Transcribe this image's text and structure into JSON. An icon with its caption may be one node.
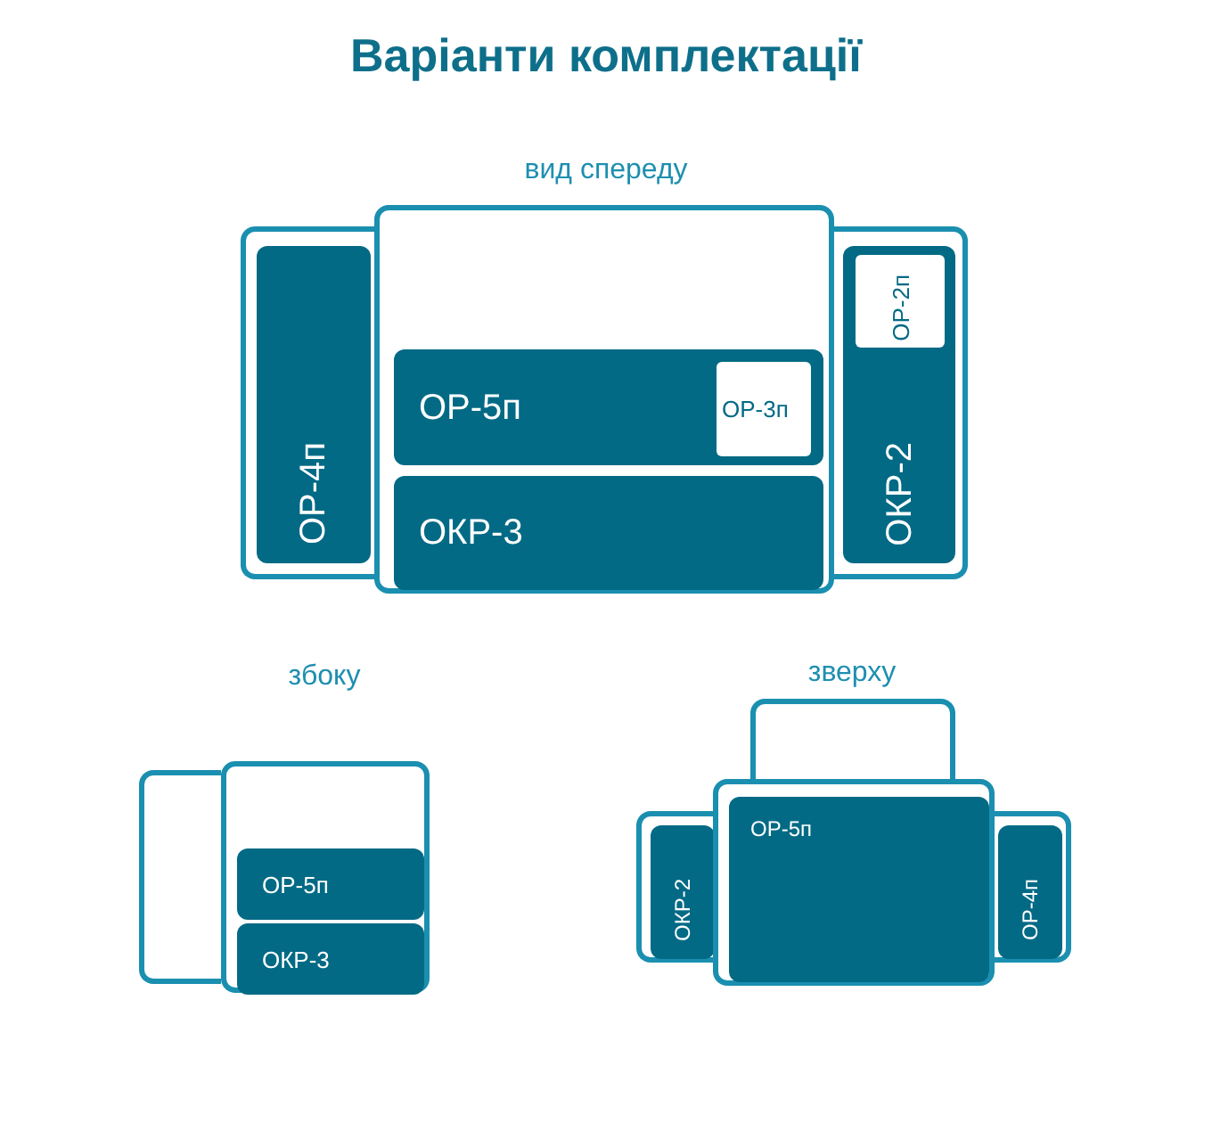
{
  "diagram": {
    "title": "Варіанти комплектації",
    "nodes": [
      {
        "text": [],
        "shape": "box"
      },
      {
        "text": [
          "ОР-4п"
        ],
        "in": 0
      },
      {
        "text": [],
        "shape": "box"
      },
      {
        "text": [
          "ОР-5п"
        ],
        "in": 2
      },
      {
        "text": [
          "ОР-3п"
        ],
        "in": 3
      },
      {
        "text": [
          "ОКР-3"
        ],
        "in": 2
      },
      {
        "text": [],
        "shape": "box"
      },
      {
        "text": [
          "ОКР-2"
        ],
        "in": 6
      },
      {
        "text": [
          "ОР-2п"
        ],
        "in": 7
      },
      {
        "text": [],
        "shape": "box"
      },
      {
        "text": [],
        "shape": "box"
      },
      {
        "text": [
          "ОР-5п"
        ],
        "in": 10
      },
      {
        "text": [
          "ОКР-3"
        ],
        "in": 10
      },
      {
        "text": [],
        "shape": "box"
      },
      {
        "text": [],
        "shape": "box"
      },
      {
        "text": [
          "ОКР-2"
        ],
        "in": 14
      },
      {
        "text": [],
        "shape": "box"
      },
      {
        "text": [
          "ОР-5п"
        ],
        "in": 16
      },
      {
        "text": [],
        "shape": "box"
      },
      {
        "text": [
          "ОР-4п"
        ],
        "in": 18
      }
    ],
    "labels": [
      "вид спереду",
      "збоку",
      "зверху"
    ]
  }
}
